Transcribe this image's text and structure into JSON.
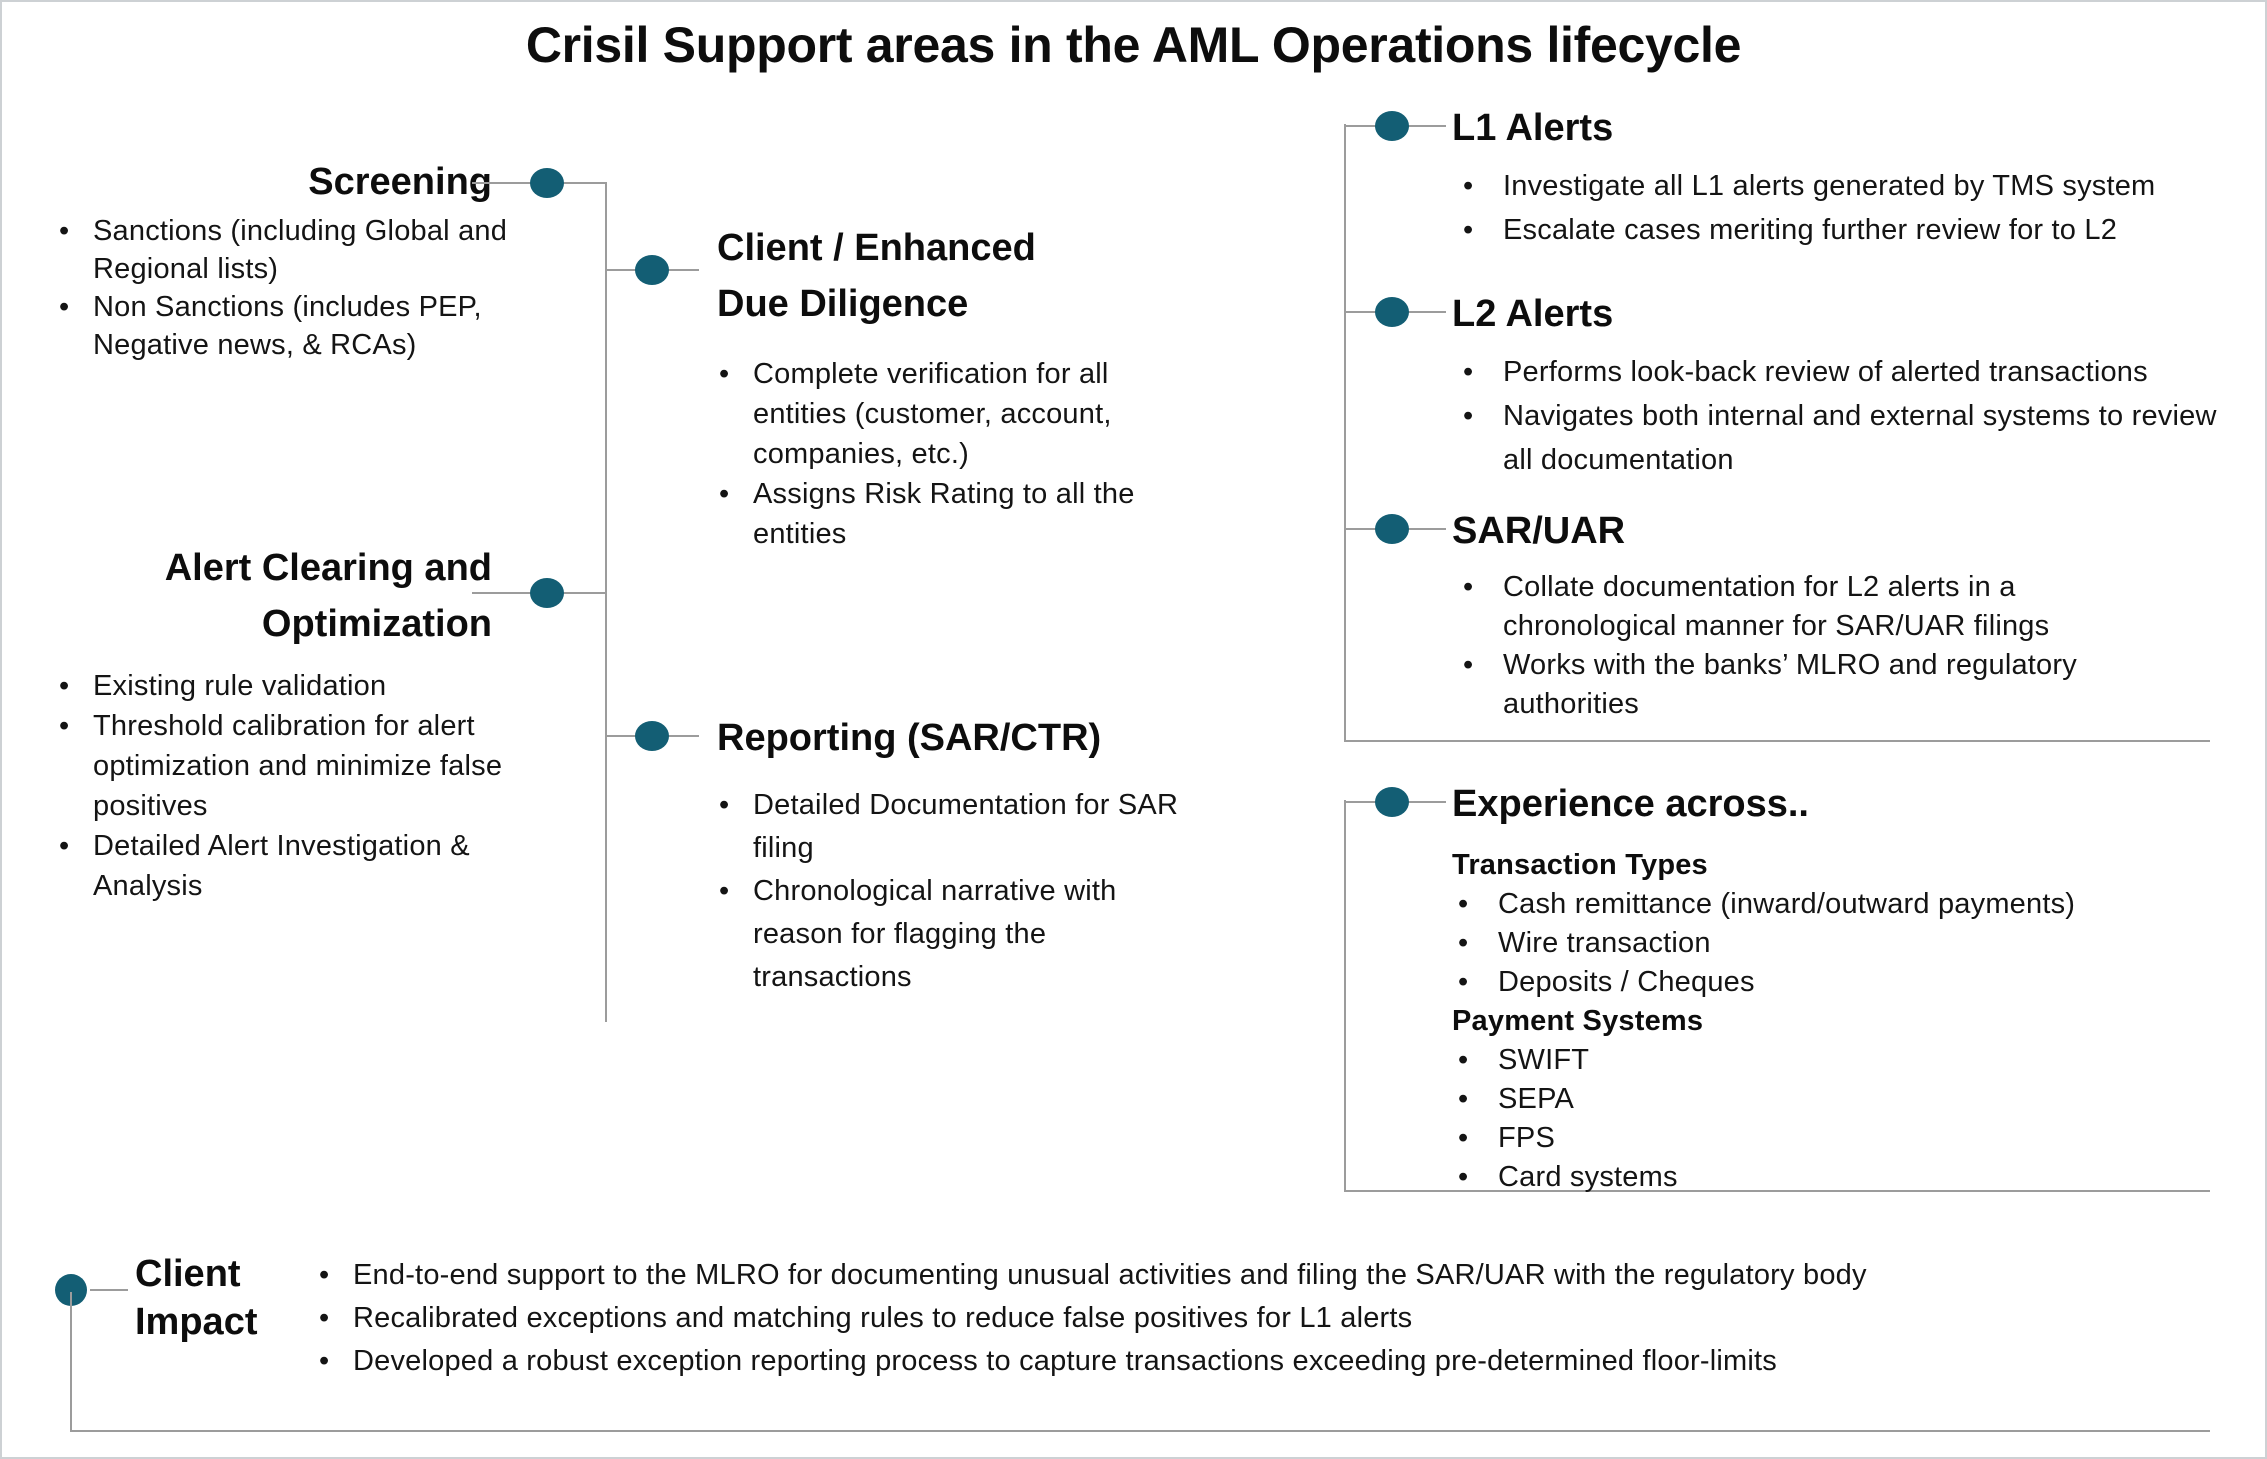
{
  "title": "Crisil Support areas in the AML Operations lifecycle",
  "colors": {
    "accent_teal": "#135E74",
    "connector_gray": "#9C9C9C"
  },
  "sections": {
    "screening": {
      "heading": "Screening",
      "bullets": [
        "Sanctions (including Global and Regional lists)",
        "Non Sanctions (includes PEP, Negative news, & RCAs)"
      ]
    },
    "client_edd": {
      "heading": "Client / Enhanced Due Diligence",
      "bullets": [
        "Complete verification for all entities (customer, account, companies, etc.)",
        "Assigns Risk Rating to all the entities"
      ]
    },
    "alert_clearing": {
      "heading": "Alert Clearing and Optimization",
      "bullets": [
        "Existing rule validation",
        "Threshold calibration for alert optimization and minimize false positives",
        "Detailed Alert Investigation & Analysis"
      ]
    },
    "reporting": {
      "heading": "Reporting (SAR/CTR)",
      "bullets": [
        "Detailed Documentation for SAR filing",
        "Chronological narrative with reason for flagging the transactions"
      ]
    },
    "l1_alerts": {
      "heading": "L1 Alerts",
      "bullets": [
        "Investigate all L1 alerts generated by TMS system",
        "Escalate cases meriting further review for to L2"
      ]
    },
    "l2_alerts": {
      "heading": "L2 Alerts",
      "bullets": [
        "Performs look-back review of alerted transactions",
        "Navigates both internal and external systems to review all documentation"
      ]
    },
    "sar_uar": {
      "heading": "SAR/UAR",
      "bullets": [
        "Collate documentation for L2 alerts in a chronological manner for SAR/UAR filings",
        "Works with the banks’ MLRO and regulatory authorities"
      ]
    },
    "experience": {
      "heading": "Experience across..",
      "groups": [
        {
          "subheading": "Transaction Types",
          "bullets": [
            "Cash remittance (inward/outward payments)",
            "Wire transaction",
            "Deposits / Cheques"
          ]
        },
        {
          "subheading": "Payment Systems",
          "bullets": [
            "SWIFT",
            "SEPA",
            "FPS",
            "Card systems"
          ]
        }
      ]
    },
    "client_impact": {
      "heading": "Client Impact",
      "bullets": [
        "End-to-end support to the MLRO for documenting unusual activities and filing the SAR/UAR with the regulatory body",
        "Recalibrated exceptions and matching rules to reduce false positives for L1 alerts",
        "Developed a robust exception reporting process to capture transactions exceeding pre-determined floor-limits"
      ]
    }
  }
}
